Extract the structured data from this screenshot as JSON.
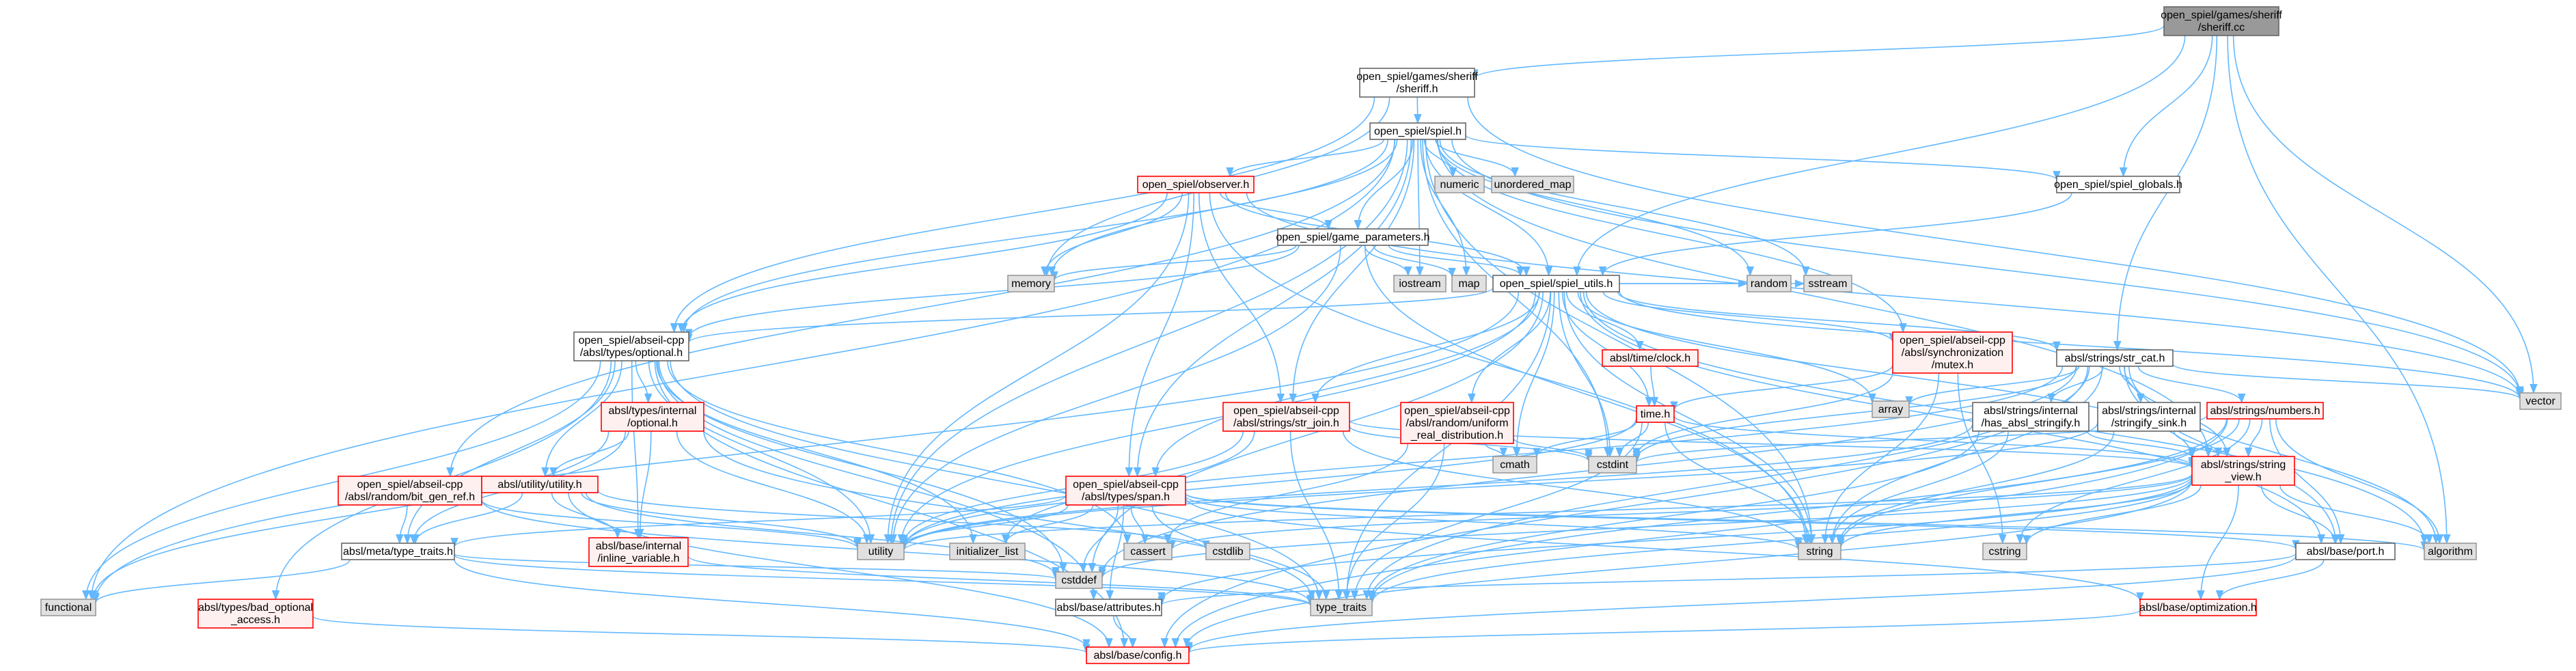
{
  "colors": {
    "edge": "#63b8ff",
    "root_fill": "#999999",
    "root_stroke": "#666666",
    "normal_fill": "#ffffff",
    "normal_stroke": "#666666",
    "incomplete_fill": "#fff0f0",
    "incomplete_stroke": "#ff0000",
    "system_fill": "#e0e0e0",
    "system_stroke": "#999999"
  },
  "nodes": [
    {
      "id": "sheriff_cc",
      "lines": [
        "open_spiel/games/sheriff",
        "/sheriff.cc"
      ],
      "style": "root"
    },
    {
      "id": "sheriff_h",
      "lines": [
        "open_spiel/games/sheriff",
        "/sheriff.h"
      ],
      "style": "normal"
    },
    {
      "id": "spiel_h",
      "lines": [
        "open_spiel/spiel.h"
      ],
      "style": "normal"
    },
    {
      "id": "spiel_globals_h",
      "lines": [
        "open_spiel/spiel_globals.h"
      ],
      "style": "normal"
    },
    {
      "id": "numeric",
      "lines": [
        "numeric"
      ],
      "style": "system"
    },
    {
      "id": "unordered_map",
      "lines": [
        "unordered_map"
      ],
      "style": "system"
    },
    {
      "id": "observer_h",
      "lines": [
        "open_spiel/observer.h"
      ],
      "style": "incomplete"
    },
    {
      "id": "game_parameters_h",
      "lines": [
        "open_spiel/game_parameters.h"
      ],
      "style": "normal"
    },
    {
      "id": "memory",
      "lines": [
        "memory"
      ],
      "style": "system"
    },
    {
      "id": "iostream",
      "lines": [
        "iostream"
      ],
      "style": "system"
    },
    {
      "id": "map",
      "lines": [
        "map"
      ],
      "style": "system"
    },
    {
      "id": "spiel_utils_h",
      "lines": [
        "open_spiel/spiel_utils.h"
      ],
      "style": "normal"
    },
    {
      "id": "optional_h",
      "lines": [
        "open_spiel/abseil-cpp",
        "/absl/types/optional.h"
      ],
      "style": "normal"
    },
    {
      "id": "internal_optional_h",
      "lines": [
        "absl/types/internal",
        "/optional.h"
      ],
      "style": "incomplete"
    },
    {
      "id": "bit_gen_ref_h",
      "lines": [
        "open_spiel/abseil-cpp",
        "/absl/random/bit_gen_ref.h"
      ],
      "style": "incomplete"
    },
    {
      "id": "utility_h",
      "lines": [
        "absl/utility/utility.h"
      ],
      "style": "incomplete"
    },
    {
      "id": "type_traits_h",
      "lines": [
        "absl/meta/type_traits.h"
      ],
      "style": "normal"
    },
    {
      "id": "bad_optional_h",
      "lines": [
        "absl/types/bad_optional",
        "_access.h"
      ],
      "style": "incomplete"
    },
    {
      "id": "functional",
      "lines": [
        "functional"
      ],
      "style": "system"
    },
    {
      "id": "inline_variable_h",
      "lines": [
        "absl/base/internal",
        "/inline_variable.h"
      ],
      "style": "incomplete"
    },
    {
      "id": "config_h",
      "lines": [
        "absl/base/config.h"
      ],
      "style": "incomplete"
    },
    {
      "id": "attributes_h",
      "lines": [
        "absl/base/attributes.h"
      ],
      "style": "normal"
    },
    {
      "id": "cstddef",
      "lines": [
        "cstddef"
      ],
      "style": "system"
    },
    {
      "id": "type_traits",
      "lines": [
        "type_traits"
      ],
      "style": "system"
    },
    {
      "id": "utility",
      "lines": [
        "utility"
      ],
      "style": "system"
    },
    {
      "id": "initializer_list",
      "lines": [
        "initializer_list"
      ],
      "style": "system"
    },
    {
      "id": "cassert",
      "lines": [
        "cassert"
      ],
      "style": "system"
    },
    {
      "id": "cstdlib",
      "lines": [
        "cstdlib"
      ],
      "style": "system"
    },
    {
      "id": "span_h",
      "lines": [
        "open_spiel/abseil-cpp",
        "/absl/types/span.h"
      ],
      "style": "incomplete"
    },
    {
      "id": "str_join_h",
      "lines": [
        "open_spiel/abseil-cpp",
        "/absl/strings/str_join.h"
      ],
      "style": "incomplete"
    },
    {
      "id": "uniform_real_h",
      "lines": [
        "open_spiel/abseil-cpp",
        "/absl/random/uniform",
        "_real_distribution.h"
      ],
      "style": "incomplete"
    },
    {
      "id": "clock_h",
      "lines": [
        "absl/time/clock.h"
      ],
      "style": "incomplete"
    },
    {
      "id": "time_h",
      "lines": [
        "time.h"
      ],
      "style": "incomplete"
    },
    {
      "id": "cmath",
      "lines": [
        "cmath"
      ],
      "style": "system"
    },
    {
      "id": "cstdint",
      "lines": [
        "cstdint"
      ],
      "style": "system"
    },
    {
      "id": "random",
      "lines": [
        "random"
      ],
      "style": "system"
    },
    {
      "id": "sstream",
      "lines": [
        "sstream"
      ],
      "style": "system"
    },
    {
      "id": "mutex_h",
      "lines": [
        "open_spiel/abseil-cpp",
        "/absl/synchronization",
        "/mutex.h"
      ],
      "style": "incomplete"
    },
    {
      "id": "array",
      "lines": [
        "array"
      ],
      "style": "system"
    },
    {
      "id": "str_cat_h",
      "lines": [
        "absl/strings/str_cat.h"
      ],
      "style": "normal"
    },
    {
      "id": "has_absl_stringify_h",
      "lines": [
        "absl/strings/internal",
        "/has_absl_stringify.h"
      ],
      "style": "normal"
    },
    {
      "id": "stringify_sink_h",
      "lines": [
        "absl/strings/internal",
        "/stringify_sink.h"
      ],
      "style": "normal"
    },
    {
      "id": "numbers_h",
      "lines": [
        "absl/strings/numbers.h"
      ],
      "style": "incomplete"
    },
    {
      "id": "string_view_h",
      "lines": [
        "absl/strings/string",
        "_view.h"
      ],
      "style": "incomplete"
    },
    {
      "id": "string",
      "lines": [
        "string"
      ],
      "style": "system"
    },
    {
      "id": "cstring",
      "lines": [
        "cstring"
      ],
      "style": "system"
    },
    {
      "id": "algorithm",
      "lines": [
        "algorithm"
      ],
      "style": "system"
    },
    {
      "id": "port_h",
      "lines": [
        "absl/base/port.h"
      ],
      "style": "normal"
    },
    {
      "id": "optimization_h",
      "lines": [
        "absl/base/optimization.h"
      ],
      "style": "incomplete"
    },
    {
      "id": "vector",
      "lines": [
        "vector"
      ],
      "style": "system"
    }
  ],
  "edges": [
    [
      "sheriff_cc",
      "sheriff_h"
    ],
    [
      "sheriff_cc",
      "spiel_globals_h"
    ],
    [
      "sheriff_cc",
      "spiel_utils_h"
    ],
    [
      "sheriff_cc",
      "str_cat_h"
    ],
    [
      "sheriff_cc",
      "vector"
    ],
    [
      "sheriff_cc",
      "algorithm"
    ],
    [
      "sheriff_h",
      "spiel_h"
    ],
    [
      "sheriff_h",
      "memory"
    ],
    [
      "sheriff_h",
      "optional_h"
    ],
    [
      "sheriff_h",
      "vector"
    ],
    [
      "spiel_h",
      "numeric"
    ],
    [
      "spiel_h",
      "unordered_map"
    ],
    [
      "spiel_h",
      "observer_h"
    ],
    [
      "spiel_h",
      "game_parameters_h"
    ],
    [
      "spiel_h",
      "spiel_utils_h"
    ],
    [
      "spiel_h",
      "memory"
    ],
    [
      "spiel_h",
      "iostream"
    ],
    [
      "spiel_h",
      "map"
    ],
    [
      "spiel_h",
      "random"
    ],
    [
      "spiel_h",
      "sstream"
    ],
    [
      "spiel_h",
      "mutex_h"
    ],
    [
      "spiel_h",
      "str_join_h"
    ],
    [
      "spiel_h",
      "span_h"
    ],
    [
      "spiel_h",
      "optional_h"
    ],
    [
      "spiel_h",
      "bit_gen_ref_h"
    ],
    [
      "spiel_h",
      "functional"
    ],
    [
      "spiel_h",
      "utility"
    ],
    [
      "spiel_h",
      "string"
    ],
    [
      "spiel_h",
      "vector"
    ],
    [
      "spiel_h",
      "spiel_globals_h"
    ],
    [
      "spiel_h",
      "string_view_h"
    ],
    [
      "spiel_h",
      "cstdint"
    ],
    [
      "spiel_globals_h",
      "spiel_utils_h"
    ],
    [
      "observer_h",
      "game_parameters_h"
    ],
    [
      "observer_h",
      "spiel_utils_h"
    ],
    [
      "observer_h",
      "memory"
    ],
    [
      "observer_h",
      "span_h"
    ],
    [
      "observer_h",
      "str_join_h"
    ],
    [
      "observer_h",
      "utility"
    ],
    [
      "observer_h",
      "string"
    ],
    [
      "observer_h",
      "vector"
    ],
    [
      "observer_h",
      "optional_h"
    ],
    [
      "game_parameters_h",
      "memory"
    ],
    [
      "game_parameters_h",
      "iostream"
    ],
    [
      "game_parameters_h",
      "map"
    ],
    [
      "game_parameters_h",
      "spiel_utils_h"
    ],
    [
      "game_parameters_h",
      "string"
    ],
    [
      "game_parameters_h",
      "optional_h"
    ],
    [
      "game_parameters_h",
      "utility"
    ],
    [
      "spiel_utils_h",
      "optional_h"
    ],
    [
      "spiel_utils_h",
      "clock_h"
    ],
    [
      "spiel_utils_h",
      "time_h"
    ],
    [
      "spiel_utils_h",
      "uniform_real_h"
    ],
    [
      "spiel_utils_h",
      "span_h"
    ],
    [
      "spiel_utils_h",
      "str_join_h"
    ],
    [
      "spiel_utils_h",
      "mutex_h"
    ],
    [
      "spiel_utils_h",
      "str_cat_h"
    ],
    [
      "spiel_utils_h",
      "random"
    ],
    [
      "spiel_utils_h",
      "sstream"
    ],
    [
      "spiel_utils_h",
      "array"
    ],
    [
      "spiel_utils_h",
      "cmath"
    ],
    [
      "spiel_utils_h",
      "cstdint"
    ],
    [
      "spiel_utils_h",
      "string"
    ],
    [
      "spiel_utils_h",
      "string_view_h"
    ],
    [
      "spiel_utils_h",
      "vector"
    ],
    [
      "spiel_utils_h",
      "utility"
    ],
    [
      "spiel_utils_h",
      "functional"
    ],
    [
      "spiel_utils_h",
      "type_traits"
    ],
    [
      "spiel_utils_h",
      "algorithm"
    ],
    [
      "spiel_utils_h",
      "port_h"
    ],
    [
      "spiel_utils_h",
      "cstddef"
    ],
    [
      "optional_h",
      "internal_optional_h"
    ],
    [
      "optional_h",
      "bad_optional_h"
    ],
    [
      "optional_h",
      "type_traits_h"
    ],
    [
      "optional_h",
      "utility_h"
    ],
    [
      "optional_h",
      "inline_variable_h"
    ],
    [
      "optional_h",
      "config_h"
    ],
    [
      "optional_h",
      "attributes_h"
    ],
    [
      "optional_h",
      "functional"
    ],
    [
      "optional_h",
      "initializer_list"
    ],
    [
      "optional_h",
      "type_traits"
    ],
    [
      "optional_h",
      "utility"
    ],
    [
      "optional_h",
      "cassert"
    ],
    [
      "optional_h",
      "cstddef"
    ],
    [
      "internal_optional_h",
      "utility_h"
    ],
    [
      "internal_optional_h",
      "type_traits_h"
    ],
    [
      "internal_optional_h",
      "inline_variable_h"
    ],
    [
      "internal_optional_h",
      "functional"
    ],
    [
      "internal_optional_h",
      "utility"
    ],
    [
      "internal_optional_h",
      "type_traits"
    ],
    [
      "bit_gen_ref_h",
      "type_traits_h"
    ],
    [
      "bit_gen_ref_h",
      "utility"
    ],
    [
      "bit_gen_ref_h",
      "type_traits"
    ],
    [
      "utility_h",
      "type_traits_h"
    ],
    [
      "utility_h",
      "inline_variable_h"
    ],
    [
      "utility_h",
      "utility"
    ],
    [
      "utility_h",
      "cstdlib"
    ],
    [
      "utility_h",
      "cstddef"
    ],
    [
      "utility_h",
      "config_h"
    ],
    [
      "type_traits_h",
      "functional"
    ],
    [
      "type_traits_h",
      "config_h"
    ],
    [
      "type_traits_h",
      "type_traits"
    ],
    [
      "type_traits_h",
      "cstddef"
    ],
    [
      "bad_optional_h",
      "config_h"
    ],
    [
      "inline_variable_h",
      "type_traits"
    ],
    [
      "attributes_h",
      "config_h"
    ],
    [
      "span_h",
      "type_traits_h"
    ],
    [
      "span_h",
      "utility"
    ],
    [
      "span_h",
      "initializer_list"
    ],
    [
      "span_h",
      "cassert"
    ],
    [
      "span_h",
      "cstddef"
    ],
    [
      "span_h",
      "type_traits"
    ],
    [
      "span_h",
      "attributes_h"
    ],
    [
      "span_h",
      "optimization_h"
    ],
    [
      "span_h",
      "port_h"
    ],
    [
      "span_h",
      "string"
    ],
    [
      "span_h",
      "algorithm"
    ],
    [
      "str_join_h",
      "string_view_h"
    ],
    [
      "str_join_h",
      "string"
    ],
    [
      "str_join_h",
      "utility"
    ],
    [
      "str_join_h",
      "type_traits"
    ],
    [
      "str_join_h",
      "initializer_list"
    ],
    [
      "str_join_h",
      "cstdint"
    ],
    [
      "uniform_real_h",
      "cmath"
    ],
    [
      "uniform_real_h",
      "cstdint"
    ],
    [
      "uniform_real_h",
      "type_traits"
    ],
    [
      "uniform_real_h",
      "cassert"
    ],
    [
      "clock_h",
      "time_h"
    ],
    [
      "time_h",
      "string_view_h"
    ],
    [
      "time_h",
      "string"
    ],
    [
      "time_h",
      "cmath"
    ],
    [
      "time_h",
      "cstdint"
    ],
    [
      "time_h",
      "utility"
    ],
    [
      "time_h",
      "type_traits"
    ],
    [
      "mutex_h",
      "time_h"
    ],
    [
      "mutex_h",
      "cstdint"
    ],
    [
      "mutex_h",
      "cstring"
    ],
    [
      "mutex_h",
      "string"
    ],
    [
      "str_cat_h",
      "array"
    ],
    [
      "str_cat_h",
      "has_absl_stringify_h"
    ],
    [
      "str_cat_h",
      "stringify_sink_h"
    ],
    [
      "str_cat_h",
      "numbers_h"
    ],
    [
      "str_cat_h",
      "string_view_h"
    ],
    [
      "str_cat_h",
      "port_h"
    ],
    [
      "str_cat_h",
      "cstdint"
    ],
    [
      "str_cat_h",
      "string"
    ],
    [
      "str_cat_h",
      "type_traits"
    ],
    [
      "str_cat_h",
      "utility"
    ],
    [
      "str_cat_h",
      "vector"
    ],
    [
      "str_cat_h",
      "cstddef"
    ],
    [
      "str_cat_h",
      "algorithm"
    ],
    [
      "str_cat_h",
      "config_h"
    ],
    [
      "has_absl_stringify_h",
      "string_view_h"
    ],
    [
      "has_absl_stringify_h",
      "utility"
    ],
    [
      "has_absl_stringify_h",
      "type_traits"
    ],
    [
      "has_absl_stringify_h",
      "string"
    ],
    [
      "stringify_sink_h",
      "string_view_h"
    ],
    [
      "stringify_sink_h",
      "string"
    ],
    [
      "stringify_sink_h",
      "utility"
    ],
    [
      "numbers_h",
      "string_view_h"
    ],
    [
      "numbers_h",
      "port_h"
    ],
    [
      "numbers_h",
      "string"
    ],
    [
      "numbers_h",
      "cstdint"
    ],
    [
      "numbers_h",
      "type_traits"
    ],
    [
      "numbers_h",
      "config_h"
    ],
    [
      "numbers_h",
      "algorithm"
    ],
    [
      "numbers_h",
      "cstring"
    ],
    [
      "string_view_h",
      "config_h"
    ],
    [
      "string_view_h",
      "attributes_h"
    ],
    [
      "string_view_h",
      "optimization_h"
    ],
    [
      "string_view_h",
      "port_h"
    ],
    [
      "string_view_h",
      "algorithm"
    ],
    [
      "string_view_h",
      "cassert"
    ],
    [
      "string_view_h",
      "cstddef"
    ],
    [
      "string_view_h",
      "cstring"
    ],
    [
      "string_view_h",
      "string"
    ],
    [
      "string_view_h",
      "type_traits"
    ],
    [
      "string_view_h",
      "utility"
    ],
    [
      "port_h",
      "attributes_h"
    ],
    [
      "port_h",
      "config_h"
    ],
    [
      "port_h",
      "optimization_h"
    ],
    [
      "optimization_h",
      "config_h"
    ]
  ]
}
